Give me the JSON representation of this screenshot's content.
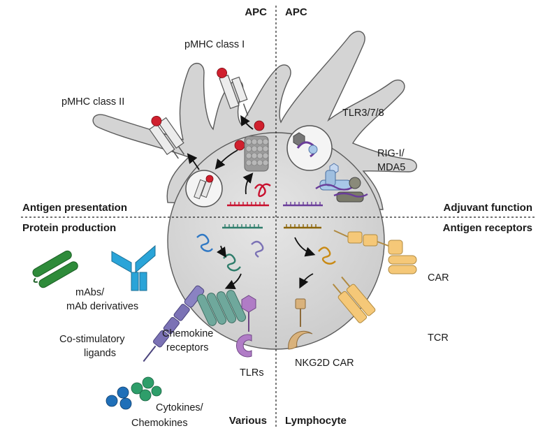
{
  "quadrant_titles": {
    "top_left_apc": "APC",
    "top_right_apc": "APC",
    "antigen_presentation": "Antigen presentation",
    "adjuvant_function": "Adjuvant function",
    "protein_production": "Protein production",
    "antigen_receptors": "Antigen receptors",
    "various": "Various",
    "lymphocyte": "Lymphocyte"
  },
  "labels": {
    "pmhc_class_1": "pMHC class I",
    "pmhc_class_2": "pMHC class II",
    "tlr": "TLR3/7/8",
    "rig_line1": "RIG-I/",
    "rig_line2": "MDA5",
    "mabs_line1": "mAbs/",
    "mabs_line2": "mAb derivatives",
    "costim_line1": "Co-stimulatory",
    "costim_line2": "ligands",
    "chemokine_line1": "Chemokine",
    "chemokine_line2": "receptors",
    "tlrs": "TLRs",
    "cytokines_line1": "Cytokines/",
    "cytokines_line2": "Chemokines",
    "car": "CAR",
    "tcr": "TCR",
    "nkg2d_car": "NKG2D CAR"
  },
  "colors": {
    "cell_fill": "#d9d9d9",
    "cell_stroke": "#555555",
    "mhc_red": "#d0202e",
    "proteasome": "#9a9a9a",
    "mrna_red": "#c8102e",
    "mrna_purple": "#6a3d9a",
    "mrna_green": "#2e7d6b",
    "mrna_brown": "#8b6508",
    "antibody_green": "#2e8b3a",
    "antibody_blue": "#2aa4d8",
    "costim_purple": "#7b72b5",
    "chemokine_teal": "#6fa89c",
    "tlr_violet": "#b07cc6",
    "car_yellow": "#f5c878",
    "nkg2d_tan": "#d9b27c",
    "cytokine_blue": "#1f6fb8",
    "cytokine_green": "#2e9e6a"
  }
}
